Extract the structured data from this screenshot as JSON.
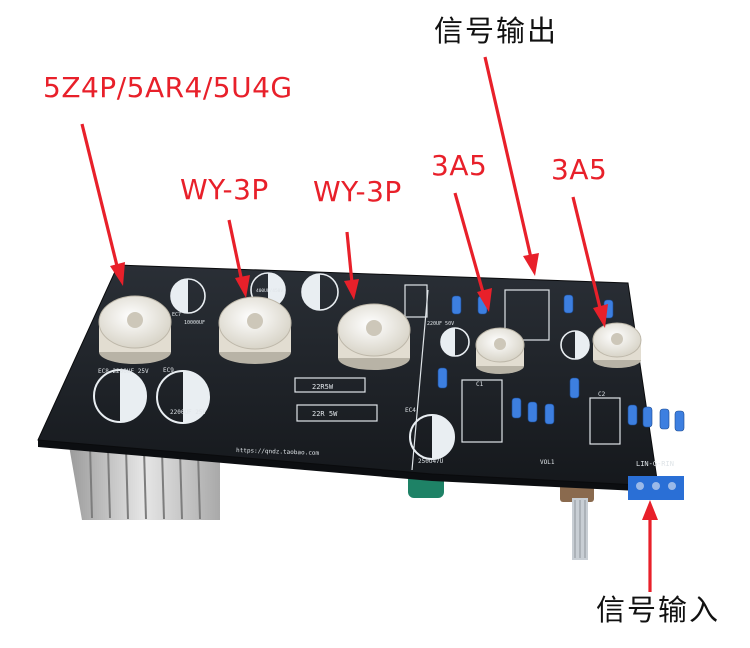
{
  "labels": {
    "rectifier": "5Z4P/5AR4/5U4G",
    "wy3p_left": "WY-3P",
    "wy3p_right": "WY-3P",
    "a3a5_left": "3A5",
    "a3a5_right": "3A5",
    "signal_out": "信号输出",
    "signal_in": "信号输入"
  },
  "pcb": {
    "url": "https://qndz.taobao.com",
    "cap_ec8": "EC8  2200UF 25V",
    "cap_ec9": "EC9",
    "cap_ec9_val": "2200UF 25V",
    "cap_ec7": "EC7",
    "cap_ec7_val": "10000UF",
    "cap_400uf": "400UF/450V",
    "res_22r5w_top": "22R5W",
    "res_22r5w_bot": "22R 5W",
    "cap_ec4": "EC4",
    "cap_ec4_val": "250U47U",
    "cap_220uf": "220UF 50V",
    "c1": "C1",
    "c2": "C2",
    "vol": "VOL1",
    "terminal": "LIN-G-RIN"
  },
  "colors": {
    "label_red": "#e8202a",
    "pcb": "#1d2127",
    "silk": "#e9eef2",
    "socket": "#f3f1ea",
    "terminal": "#2a6fd6"
  }
}
